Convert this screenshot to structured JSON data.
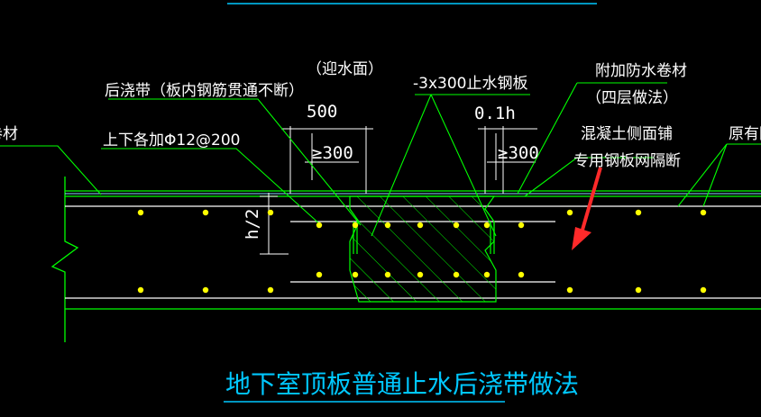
{
  "title": "地下室顶板普通止水后浇带做法",
  "labels": {
    "facing_water": "（迎水面）",
    "post_cast_strip": "后浇带（板内钢筋贯通不断）",
    "waterstop_plate": "-3x300止水钢板",
    "extra_membrane": "附加防水卷材",
    "four_layers": "（四层做法）",
    "rebar_add": "上下各加Φ12@200",
    "concrete_side_1": "混凝土侧面铺",
    "concrete_side_2": "专用钢板网隔断",
    "membrane_left": "卷材",
    "original_right": "原有防"
  },
  "dimensions": {
    "d500": "500",
    "d300a": "≥300",
    "d01h": "0.1h",
    "d300b": "≥300",
    "h2": "h/2"
  },
  "colors": {
    "background": "#000000",
    "line_green": "#00ff00",
    "rebar_yellow": "#ffff00",
    "text_white": "#ffffff",
    "title_cyan": "#00c8ff",
    "arrow_red": "#ff2a2a",
    "grid_white": "#ffffff"
  }
}
